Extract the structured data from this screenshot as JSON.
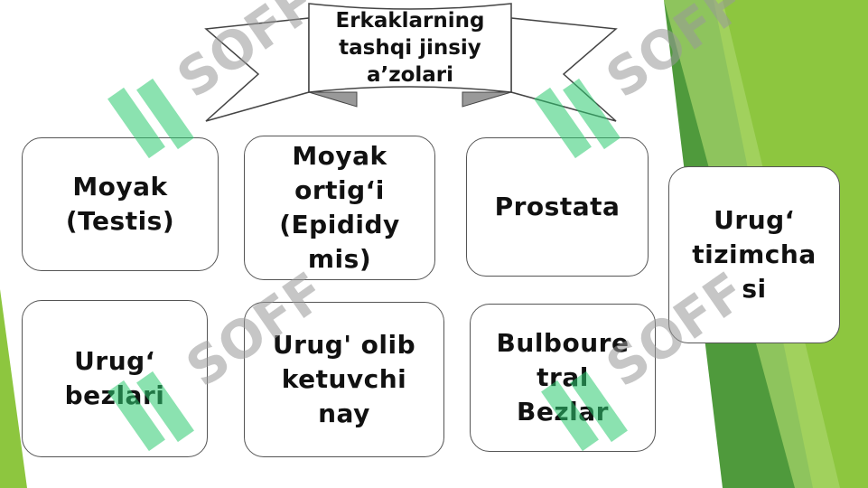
{
  "title": "Erkaklarning\ntashqi jinsiy\na’zolari",
  "boxes": [
    {
      "label": "Moyak\n(Testis)"
    },
    {
      "label": "Moyak\nortig‘i\n(Epididy\nmis)"
    },
    {
      "label": "Prostata"
    },
    {
      "label": "Urug‘\ntizimcha\nsi"
    },
    {
      "label": "Urug‘\nbezlari"
    },
    {
      "label": "Urug' olib\nketuvchi\nnay"
    },
    {
      "label": "Bulboure\ntral\nBezlar"
    }
  ],
  "watermark": "SOFF",
  "colors": {
    "accent_green": "#8dc63f",
    "dark_green": "#3d8b3d",
    "watermark_gray": "#999999",
    "watermark_green": "#2ecc71"
  }
}
